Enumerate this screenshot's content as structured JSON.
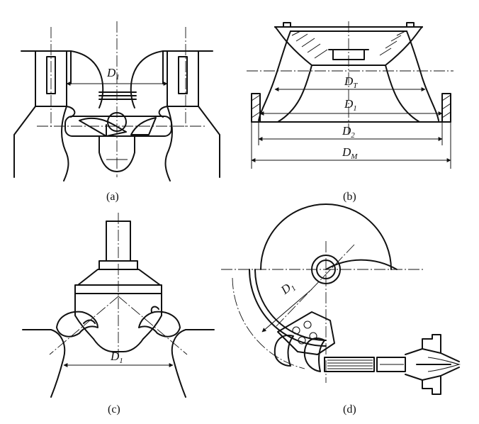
{
  "panels": [
    {
      "id": "a",
      "caption": "(a)",
      "labels": [
        {
          "main": "D",
          "sub": "1"
        }
      ]
    },
    {
      "id": "b",
      "caption": "(b)",
      "labels": [
        {
          "main": "D",
          "sub": "T"
        },
        {
          "main": "D",
          "sub": "1"
        },
        {
          "main": "D",
          "sub": "2"
        },
        {
          "main": "D",
          "sub": "M"
        }
      ]
    },
    {
      "id": "c",
      "caption": "(c)",
      "labels": [
        {
          "main": "D",
          "sub": "1"
        }
      ]
    },
    {
      "id": "d",
      "caption": "(d)",
      "labels": [
        {
          "main": "D",
          "sub": "1"
        }
      ]
    }
  ]
}
